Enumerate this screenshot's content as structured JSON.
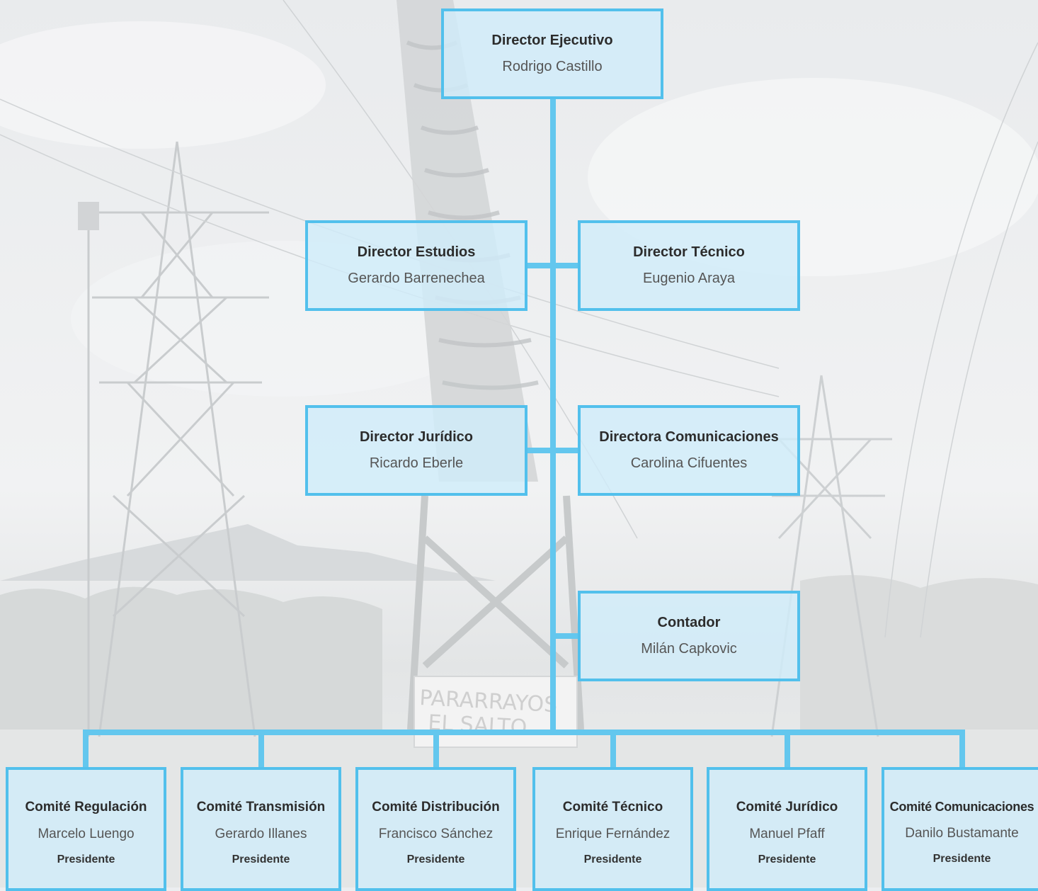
{
  "executive": {
    "role": "Director Ejecutivo",
    "name": "Rodrigo Castillo"
  },
  "level2": [
    {
      "role": "Director Estudios",
      "name": "Gerardo Barrenechea"
    },
    {
      "role": "Director Técnico",
      "name": "Eugenio Araya"
    }
  ],
  "level3": [
    {
      "role": "Director Jurídico",
      "name": "Ricardo Eberle"
    },
    {
      "role": "Directora Comunicaciones",
      "name": "Carolina Cifuentes"
    }
  ],
  "accountant": {
    "role": "Contador",
    "name": "Milán Capkovic"
  },
  "committees": [
    {
      "role": "Comité Regulación",
      "name": "Marcelo Luengo",
      "title": "Presidente"
    },
    {
      "role": "Comité Transmisión",
      "name": "Gerardo Illanes",
      "title": "Presidente"
    },
    {
      "role": "Comité Distribución",
      "name": "Francisco Sánchez",
      "title": "Presidente"
    },
    {
      "role": "Comité Técnico",
      "name": "Enrique Fernández",
      "title": "Presidente"
    },
    {
      "role": "Comité Jurídico",
      "name": "Manuel Pfaff",
      "title": "Presidente"
    },
    {
      "role": "Comité Comunicaciones",
      "name": "Danilo Bustamante",
      "title": "Presidente"
    }
  ],
  "background_sign": {
    "line1": "PARARRAYOS",
    "line2": "EL SALTO"
  },
  "colors": {
    "border": "#52c0ec",
    "connector": "#63c7ee",
    "fill": "#d0ecfa"
  }
}
